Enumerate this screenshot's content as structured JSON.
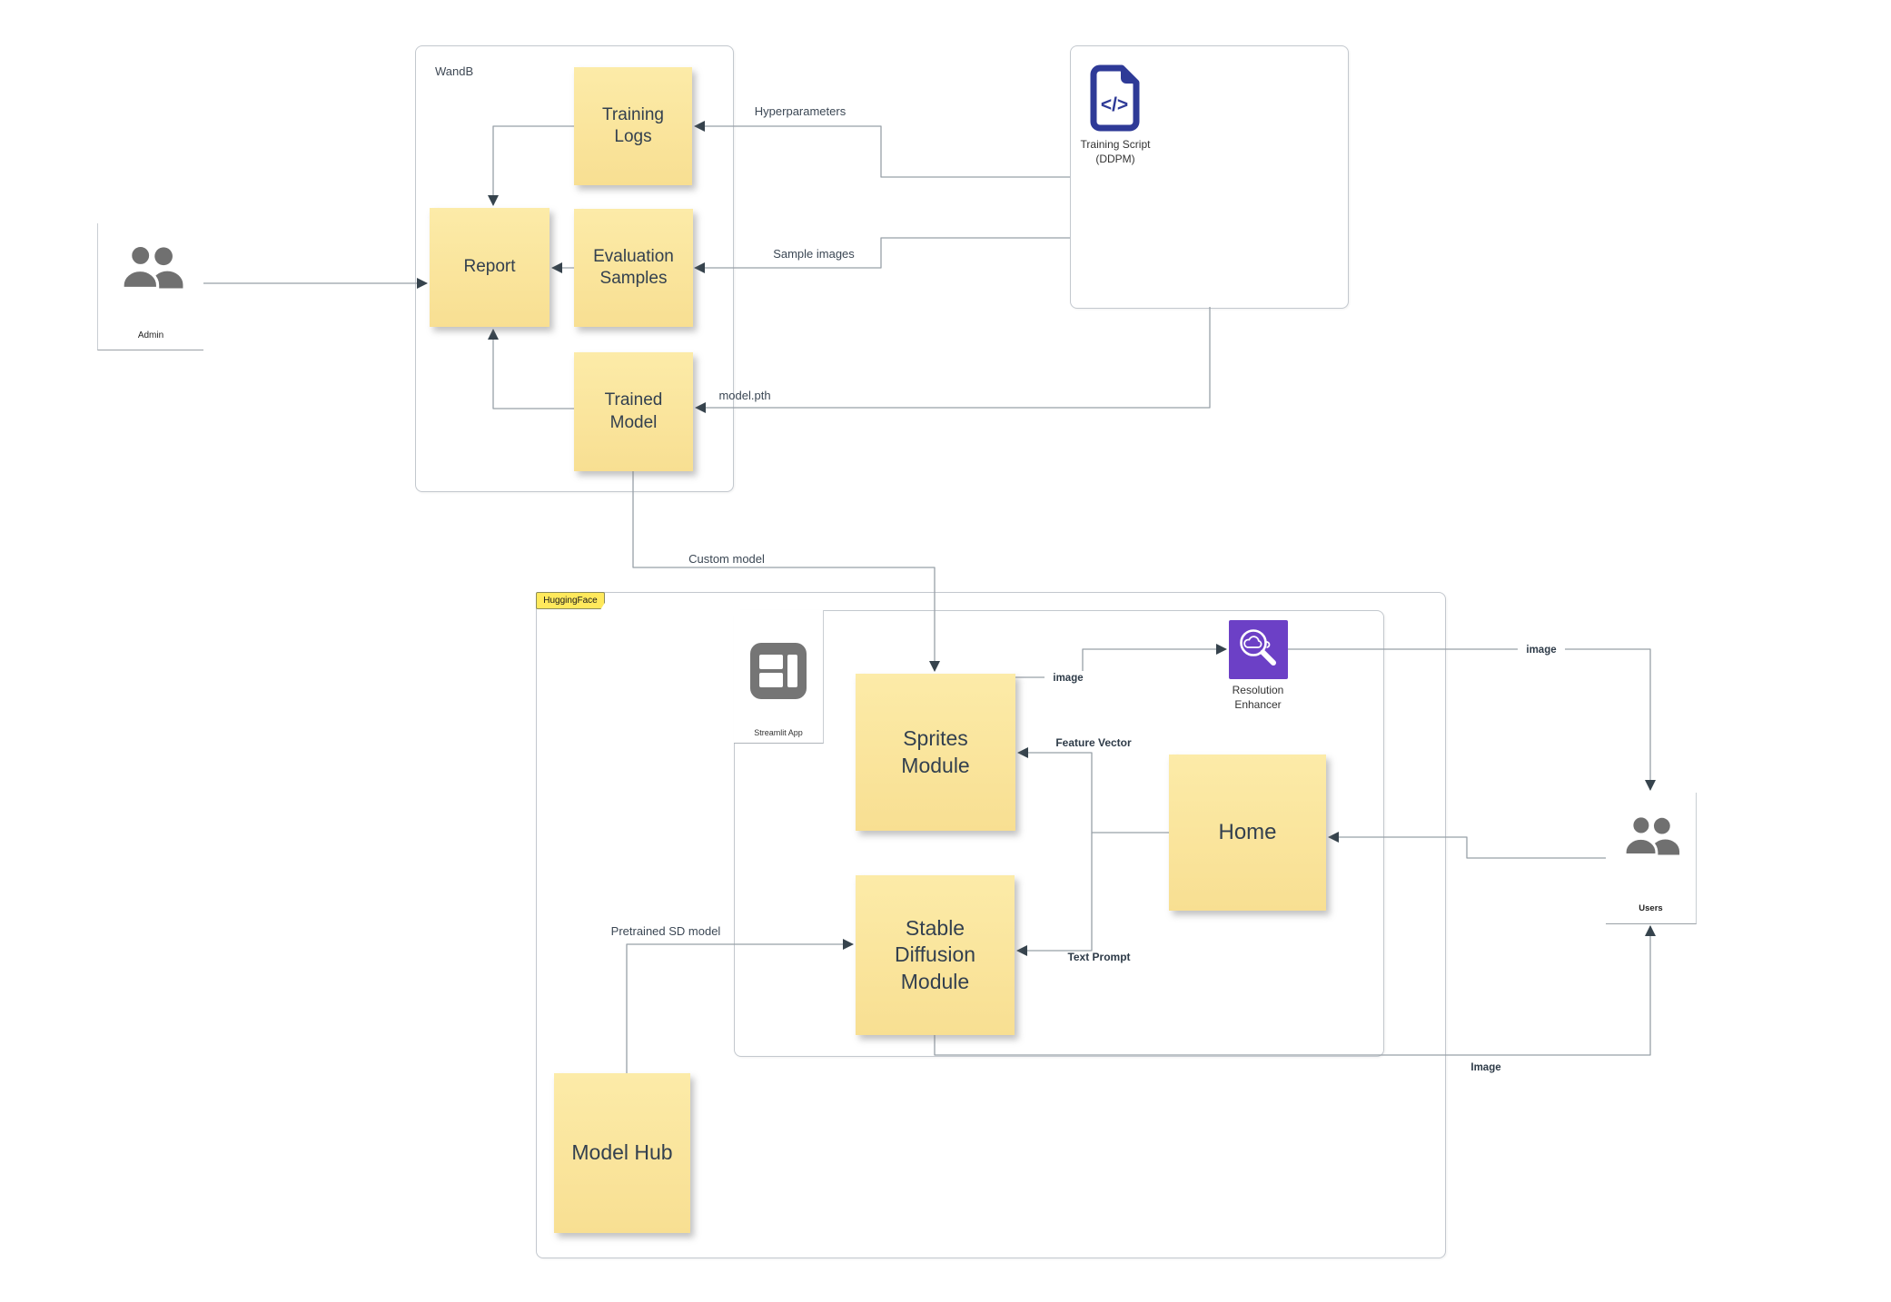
{
  "containers": {
    "wandb": "WandB",
    "huggingface": "HuggingFace"
  },
  "notes": {
    "training_logs": "Training\nLogs",
    "report": "Report",
    "evaluation_samples": "Evaluation\nSamples",
    "trained_model": "Trained\nModel",
    "sprites_module": "Sprites\nModule",
    "stable_diffusion_module": "Stable\nDiffusion\nModule",
    "home": "Home",
    "model_hub": "Model Hub"
  },
  "actors": {
    "admin": "Admin",
    "users": "Users"
  },
  "training_script": {
    "line1": "Training Script",
    "line2": "(DDPM)"
  },
  "streamlit": {
    "label": "Streamlit App"
  },
  "resolution_enhancer": {
    "label": "Resolution\nEnhancer"
  },
  "connectors": {
    "hyperparameters": "Hyperparameters",
    "sample_images": "Sample images",
    "model_pth": "model.pth",
    "custom_model": "Custom model",
    "sprites_image": "image",
    "image_to_users": "image",
    "feature_vector": "Feature Vector",
    "text_prompt": "Text Prompt",
    "pretrained_sd": "Pretrained SD model",
    "image_return": "Image"
  },
  "icons": {
    "admin": "users-icon",
    "users": "users-icon",
    "training_script": "code-file-icon",
    "streamlit": "app-layout-icon",
    "resolution_enhancer": "magnifier-cloud-icon"
  },
  "colors": {
    "note_fill_top": "#FCEBA8",
    "note_fill_bottom": "#F8DF92",
    "note_text": "#33404F",
    "container_border": "#C3C8CE",
    "line": "#98A0A8",
    "arrow": "#36434D",
    "script_blue": "#2E3A97",
    "enhancer_purple": "#6C40C6",
    "hf_tab_yellow": "#FFE95C",
    "icon_gray": "#707070"
  }
}
